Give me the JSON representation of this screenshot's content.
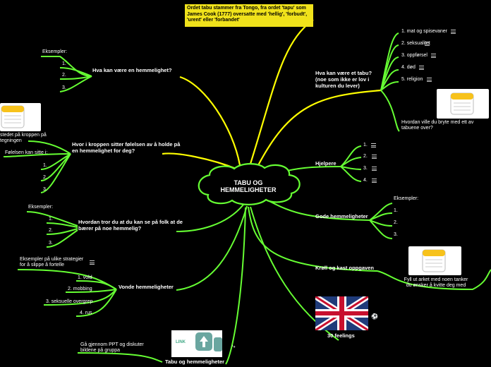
{
  "center": {
    "title": "TABU OG HEMMELIGHETER"
  },
  "callout": {
    "text": "Ordet tabu stammer fra Tongo, fra ordet 'tapu' som James Cook (1777) oversatte med 'hellig', 'forbudt', 'urent' eller 'forbandet'"
  },
  "right": {
    "tabu": {
      "label": "Hva kan være et tabu? (noe som ikke er lov i kulturen du lever)",
      "items": [
        "1. mat og spisevaner",
        "2. seksualitet",
        "3. oppførsel",
        "4. død",
        "5. religion"
      ],
      "question": "Hvordan ville du bryte med ett av tabuene over?"
    },
    "hjelpere": {
      "label": "Hjelpere",
      "items": [
        "1.",
        "2.",
        "3.",
        "4."
      ]
    },
    "gode": {
      "label": "Gode hemmeligheter",
      "examples": "Eksempler:",
      "items": [
        "1.",
        "2.",
        "3."
      ]
    },
    "kroll": {
      "label": "Krøll og kast oppgaven",
      "sub": "Fyll ut arket med noen tanker du ønsker å kvitte deg med"
    },
    "feelings": {
      "label": "30 feelings"
    }
  },
  "left": {
    "hemmelighet": {
      "label": "Hva kan være en hemmelighet?",
      "examples": "Eksempler:",
      "items": [
        "1.",
        "2.",
        "3."
      ]
    },
    "kroppen": {
      "label": "Hvor i kroppen sitter følelsen av å holde på en hemmelighet for deg?",
      "sub1": "Følelsen kan sitte i:",
      "note_fragment": "stedet på kroppen på tegningen",
      "items": [
        "1.",
        "2.",
        "3."
      ]
    },
    "folk": {
      "label": "Hvordan tror du at du kan se på folk at de bærer på noe hemmelig?",
      "examples": "Eksempler:",
      "items": [
        "1.",
        "2.",
        "3."
      ]
    },
    "vonde": {
      "label": "Vonde hemmeligheter",
      "strategies": "Eksempler på ulike strategier for å slippe å fortelle",
      "items": [
        "1. vold",
        "2. mobbing",
        "3. seksuelle overgrep",
        "4. rus"
      ]
    },
    "ppt": {
      "label": "Tabu og hemmeligheter",
      "sub": "Gå gjennom PPT og diskuter bildene på gruppa",
      "logo_text": "LINK"
    }
  },
  "colors": {
    "branch": "#ffff00",
    "green": "#66ff33",
    "callout_bg": "#f0e21b"
  },
  "icons": {
    "notepad": "notepad-icon",
    "note": "note-icon",
    "football": "football-icon",
    "link": "link-icon"
  }
}
